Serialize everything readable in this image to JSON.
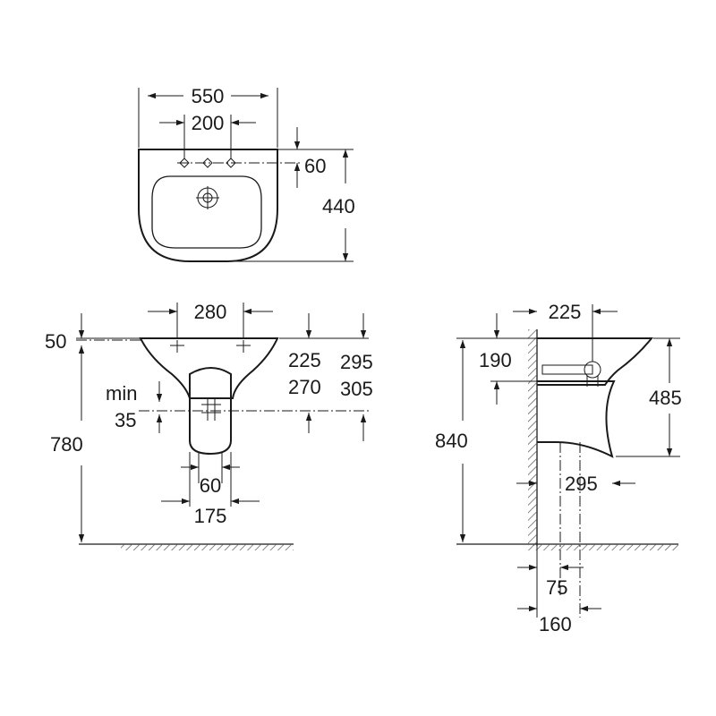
{
  "top_view": {
    "width": "550",
    "tap_spacing": "200",
    "tap_offset": "60",
    "depth": "440"
  },
  "front_view": {
    "overflow_gap": "280",
    "rim_offset": "50",
    "height": "780",
    "min_label": "min",
    "min_value": "35",
    "waste_a1": "225",
    "waste_a2": "270",
    "waste_b1": "295",
    "waste_b2": "305",
    "pedestal_inner": "60",
    "pedestal_outer": "175"
  },
  "side_view": {
    "projection": "225",
    "overflow_height": "190",
    "bowl_height": "485",
    "height": "840",
    "pedestal_depth": "295",
    "waste_inner": "75",
    "waste_outer": "160"
  },
  "colors": {
    "line": "#1a1a1a",
    "hatch": "#555555",
    "background": "#ffffff"
  }
}
